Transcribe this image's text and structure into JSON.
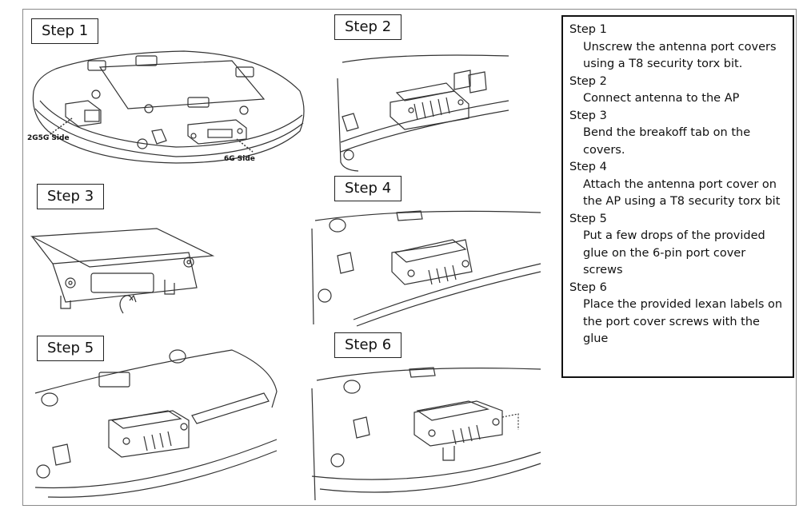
{
  "panels": {
    "step1": {
      "label": "Step 1",
      "side_2g5g": "2G5G Side",
      "side_6g": "6G Side"
    },
    "step2": {
      "label": "Step 2"
    },
    "step3": {
      "label": "Step 3"
    },
    "step4": {
      "label": "Step 4"
    },
    "step5": {
      "label": "Step 5"
    },
    "step6": {
      "label": "Step 6"
    }
  },
  "instructions": [
    {
      "step": "Step 1",
      "lines": [
        "Unscrew the antenna port covers",
        "using a T8 security torx bit."
      ]
    },
    {
      "step": "Step 2",
      "lines": [
        "Connect antenna to the AP"
      ]
    },
    {
      "step": "Step 3",
      "lines": [
        "Bend the breakoff tab on the",
        "covers."
      ]
    },
    {
      "step": "Step 4",
      "lines": [
        "Attach the antenna port cover on",
        "the AP using a T8 security torx bit"
      ]
    },
    {
      "step": "Step 5",
      "lines": [
        "Put a few drops of the provided",
        "glue on the 6-pin port cover",
        "screws"
      ]
    },
    {
      "step": "Step 6",
      "lines": [
        "Place the provided lexan labels on",
        "the port cover screws with the",
        "glue"
      ]
    }
  ],
  "colors": {
    "line": "#333333",
    "frame": "#8a8a8a"
  }
}
